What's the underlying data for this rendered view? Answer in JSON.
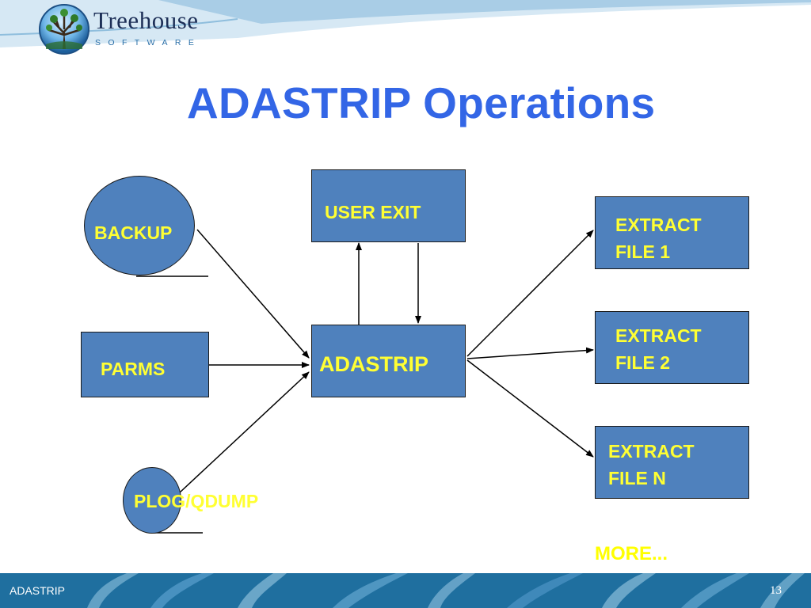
{
  "logo": {
    "name": "Treehouse",
    "subtitle": "SOFTWARE"
  },
  "title": "ADASTRIP Operations",
  "nodes": {
    "backup": "BACKUP",
    "parms": "PARMS",
    "plog_qdump": "PLOG/QDUMP",
    "user_exit": "USER EXIT",
    "adastrip": "ADASTRIP",
    "extract_file_1": "EXTRACT\nFILE 1",
    "extract_file_2": "EXTRACT\nFILE 2",
    "extract_file_n": "EXTRACT\nFILE N"
  },
  "more_label": "MORE...",
  "footer": {
    "left_text": "ADASTRIP",
    "page_number": "13"
  },
  "colors": {
    "title": "#3366e6",
    "node_fill": "#4f81bd",
    "node_text": "#ffff33",
    "more_text": "#ffff00",
    "footer_band": "#1f6f9f"
  }
}
